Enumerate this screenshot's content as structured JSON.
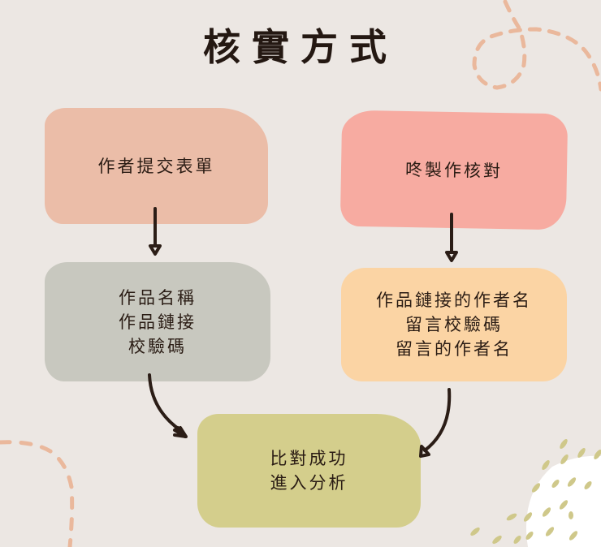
{
  "title": "核實方式",
  "colors": {
    "background": "#ece7e3",
    "box_submit": "#ebbda8",
    "box_check": "#f7aba1",
    "box_fields": "#c8c8bf",
    "box_comment": "#fbd4a4",
    "box_result": "#d4ce8c",
    "arrow": "#2b1d16",
    "dashed_decor": "#eab89c",
    "dots_decor": "#cfc88a"
  },
  "nodes": {
    "author_submit": {
      "lines": [
        "作者提交表單"
      ]
    },
    "staff_check": {
      "lines": [
        "咚製作核對"
      ]
    },
    "form_fields": {
      "lines": [
        "作品名稱",
        "作品鏈接",
        "校驗碼"
      ]
    },
    "check_fields": {
      "lines": [
        "作品鏈接的作者名",
        "留言校驗碼",
        "留言的作者名"
      ]
    },
    "result": {
      "lines": [
        "比對成功",
        "進入分析"
      ]
    }
  },
  "edges": [
    {
      "from": "author_submit",
      "to": "form_fields",
      "style": "straight-arrow"
    },
    {
      "from": "staff_check",
      "to": "check_fields",
      "style": "straight-arrow"
    },
    {
      "from": "form_fields",
      "to": "result",
      "style": "curved-arrow"
    },
    {
      "from": "check_fields",
      "to": "result",
      "style": "curved-arrow"
    }
  ]
}
